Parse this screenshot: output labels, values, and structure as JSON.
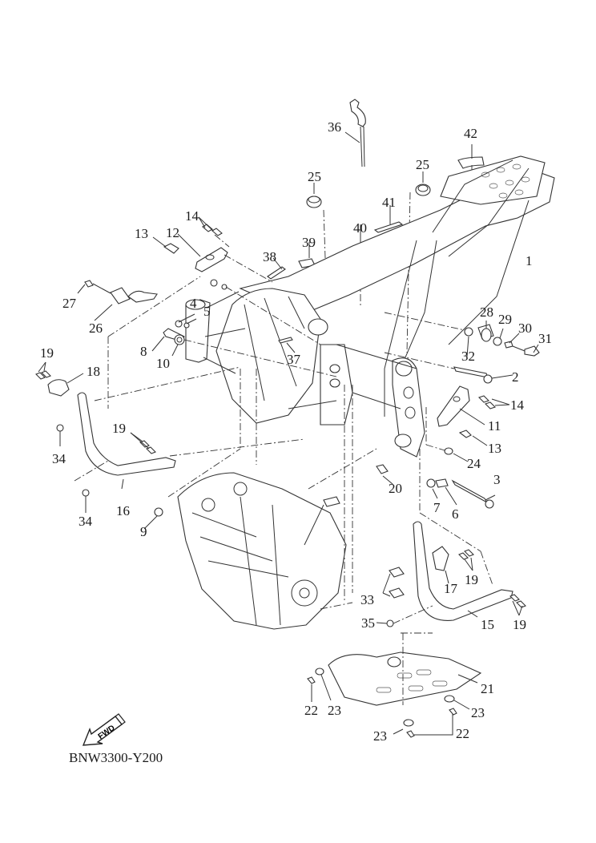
{
  "diagram": {
    "title": "Frame exploded parts diagram",
    "drawing_code": "BNW3300-Y200",
    "direction_indicator": "FWD",
    "callouts": [
      {
        "id": "c36",
        "label": "36"
      },
      {
        "id": "c42",
        "label": "42"
      },
      {
        "id": "c25a",
        "label": "25"
      },
      {
        "id": "c25b",
        "label": "25"
      },
      {
        "id": "c41",
        "label": "41"
      },
      {
        "id": "c40",
        "label": "40"
      },
      {
        "id": "c39",
        "label": "39"
      },
      {
        "id": "c38",
        "label": "38"
      },
      {
        "id": "c14a",
        "label": "14"
      },
      {
        "id": "c13a",
        "label": "13"
      },
      {
        "id": "c12",
        "label": "12"
      },
      {
        "id": "c1",
        "label": "1"
      },
      {
        "id": "c27",
        "label": "27"
      },
      {
        "id": "c26",
        "label": "26"
      },
      {
        "id": "c4",
        "label": "4"
      },
      {
        "id": "c5",
        "label": "5"
      },
      {
        "id": "c8",
        "label": "8"
      },
      {
        "id": "c10",
        "label": "10"
      },
      {
        "id": "c37",
        "label": "37"
      },
      {
        "id": "c28",
        "label": "28"
      },
      {
        "id": "c29",
        "label": "29"
      },
      {
        "id": "c30",
        "label": "30"
      },
      {
        "id": "c31",
        "label": "31"
      },
      {
        "id": "c32",
        "label": "32"
      },
      {
        "id": "c2",
        "label": "2"
      },
      {
        "id": "c19a",
        "label": "19"
      },
      {
        "id": "c18",
        "label": "18"
      },
      {
        "id": "c14b",
        "label": "14"
      },
      {
        "id": "c11",
        "label": "11"
      },
      {
        "id": "c13b",
        "label": "13"
      },
      {
        "id": "c24",
        "label": "24"
      },
      {
        "id": "c19b",
        "label": "19"
      },
      {
        "id": "c34a",
        "label": "34"
      },
      {
        "id": "c34b",
        "label": "34"
      },
      {
        "id": "c16",
        "label": "16"
      },
      {
        "id": "c20",
        "label": "20"
      },
      {
        "id": "c3",
        "label": "3"
      },
      {
        "id": "c7",
        "label": "7"
      },
      {
        "id": "c6",
        "label": "6"
      },
      {
        "id": "c9",
        "label": "9"
      },
      {
        "id": "c17",
        "label": "17"
      },
      {
        "id": "c19c",
        "label": "19"
      },
      {
        "id": "c33",
        "label": "33"
      },
      {
        "id": "c35",
        "label": "35"
      },
      {
        "id": "c15",
        "label": "15"
      },
      {
        "id": "c19d",
        "label": "19"
      },
      {
        "id": "c21",
        "label": "21"
      },
      {
        "id": "c22a",
        "label": "22"
      },
      {
        "id": "c23a",
        "label": "23"
      },
      {
        "id": "c23b",
        "label": "23"
      },
      {
        "id": "c23c",
        "label": "23"
      },
      {
        "id": "c22b",
        "label": "22"
      }
    ]
  }
}
